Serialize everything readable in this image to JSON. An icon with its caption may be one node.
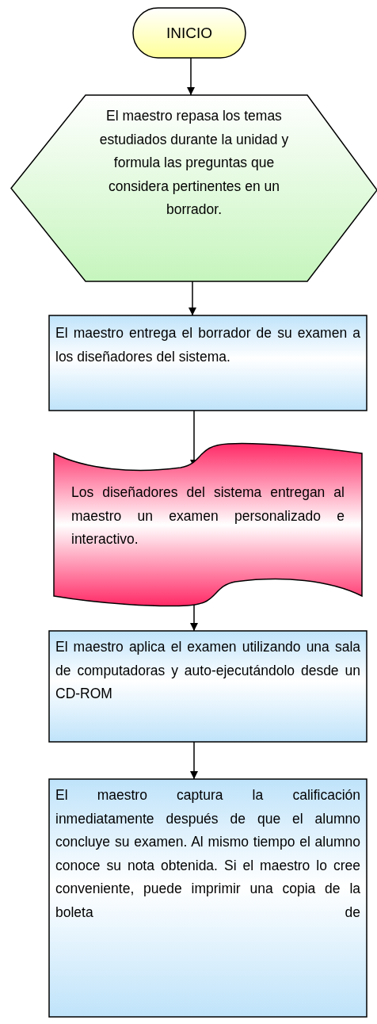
{
  "diagram": {
    "nodes": [
      {
        "text": [
          "INICIO"
        ]
      },
      {
        "text": [
          "El maestro repasa los temas estudiados durante la unidad y formula las preguntas que considera pertinentes en un borrador."
        ]
      },
      {
        "text": [
          "El maestro entrega el borrador de su examen a los diseñadores del sistema."
        ]
      },
      {
        "text": [
          "Los diseñadores del sistema entregan al maestro un examen personalizado e interactivo."
        ]
      },
      {
        "text": [
          "El maestro aplica el examen utilizando una sala de computadoras y auto-ejecutándolo desde un CD-ROM"
        ]
      },
      {
        "text": [
          "El maestro captura la calificación inmediatamente después de que el alumno concluye su examen. Al mismo tiempo el alumno conoce su nota obtenida. Si el maestro lo cree conveniente, puede imprimir una copia de la boleta de"
        ]
      }
    ],
    "edges": [
      {
        "from": 0,
        "to": 1,
        "arrow": "to"
      },
      {
        "from": 1,
        "to": 2,
        "arrow": "to"
      },
      {
        "from": 2,
        "to": 3,
        "arrow": "to"
      },
      {
        "from": 3,
        "to": 4,
        "arrow": "to"
      },
      {
        "from": 4,
        "to": 5,
        "arrow": "to"
      }
    ]
  }
}
